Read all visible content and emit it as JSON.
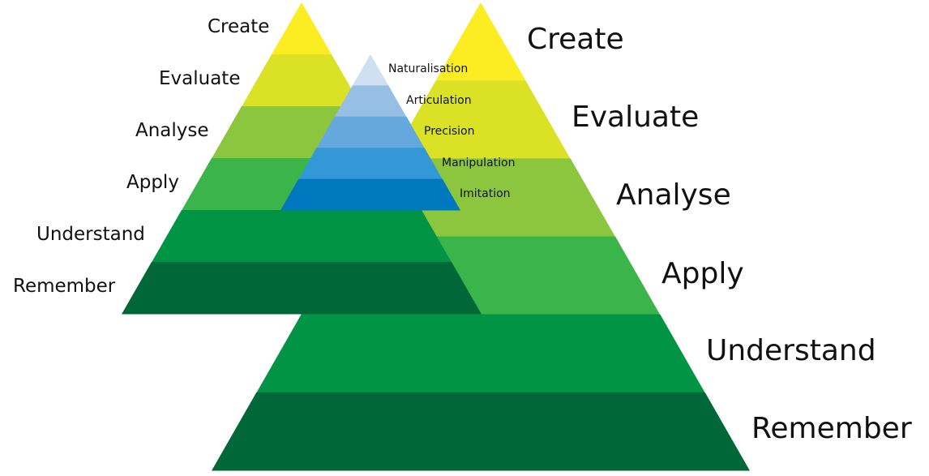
{
  "large_pyramid": {
    "title": "Cognitive domain (large)",
    "levels": [
      {
        "label": "Create",
        "color": "#fcec22"
      },
      {
        "label": "Evaluate",
        "color": "#dbe225"
      },
      {
        "label": "Analyse",
        "color": "#8cc63f"
      },
      {
        "label": "Apply",
        "color": "#3bb54a"
      },
      {
        "label": "Understand",
        "color": "#009444"
      },
      {
        "label": "Remember",
        "color": "#006838"
      }
    ]
  },
  "small_pyramid": {
    "levels": [
      {
        "label": "Create",
        "color": "#fcec22"
      },
      {
        "label": "Evaluate",
        "color": "#dbe225"
      },
      {
        "label": "Analyse",
        "color": "#8cc63f"
      },
      {
        "label": "Apply",
        "color": "#3bb54a"
      },
      {
        "label": "Understand",
        "color": "#009444"
      },
      {
        "label": "Remember",
        "color": "#006838"
      }
    ]
  },
  "psychomotor_pyramid": {
    "levels": [
      {
        "label": "Naturalisation",
        "color": "#cfe0f2"
      },
      {
        "label": "Articulation",
        "color": "#97bfe6"
      },
      {
        "label": "Precision",
        "color": "#65a8de"
      },
      {
        "label": "Manipulation",
        "color": "#3398d5"
      },
      {
        "label": "Imitation",
        "color": "#0078c0"
      }
    ]
  }
}
